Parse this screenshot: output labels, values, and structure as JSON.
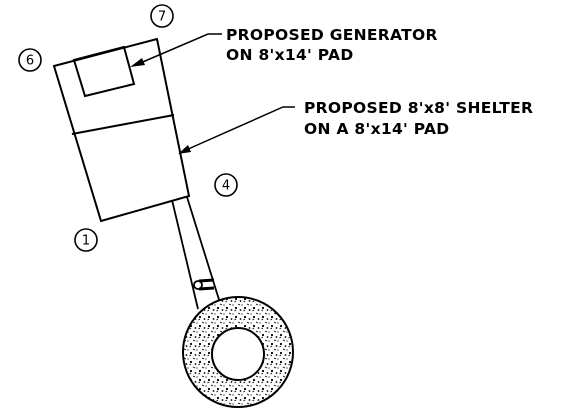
{
  "labels": {
    "generator_line1": "PROPOSED GENERATOR",
    "generator_line2": "ON 8'x14' PAD",
    "shelter_line1": "PROPOSED 8'x8' SHELTER",
    "shelter_line2": "ON A 8'x14' PAD"
  },
  "markers": {
    "m7": "7",
    "m6": "6",
    "m4": "4",
    "m1": "1"
  },
  "colors": {
    "ink": "#000000",
    "background": "#ffffff"
  }
}
